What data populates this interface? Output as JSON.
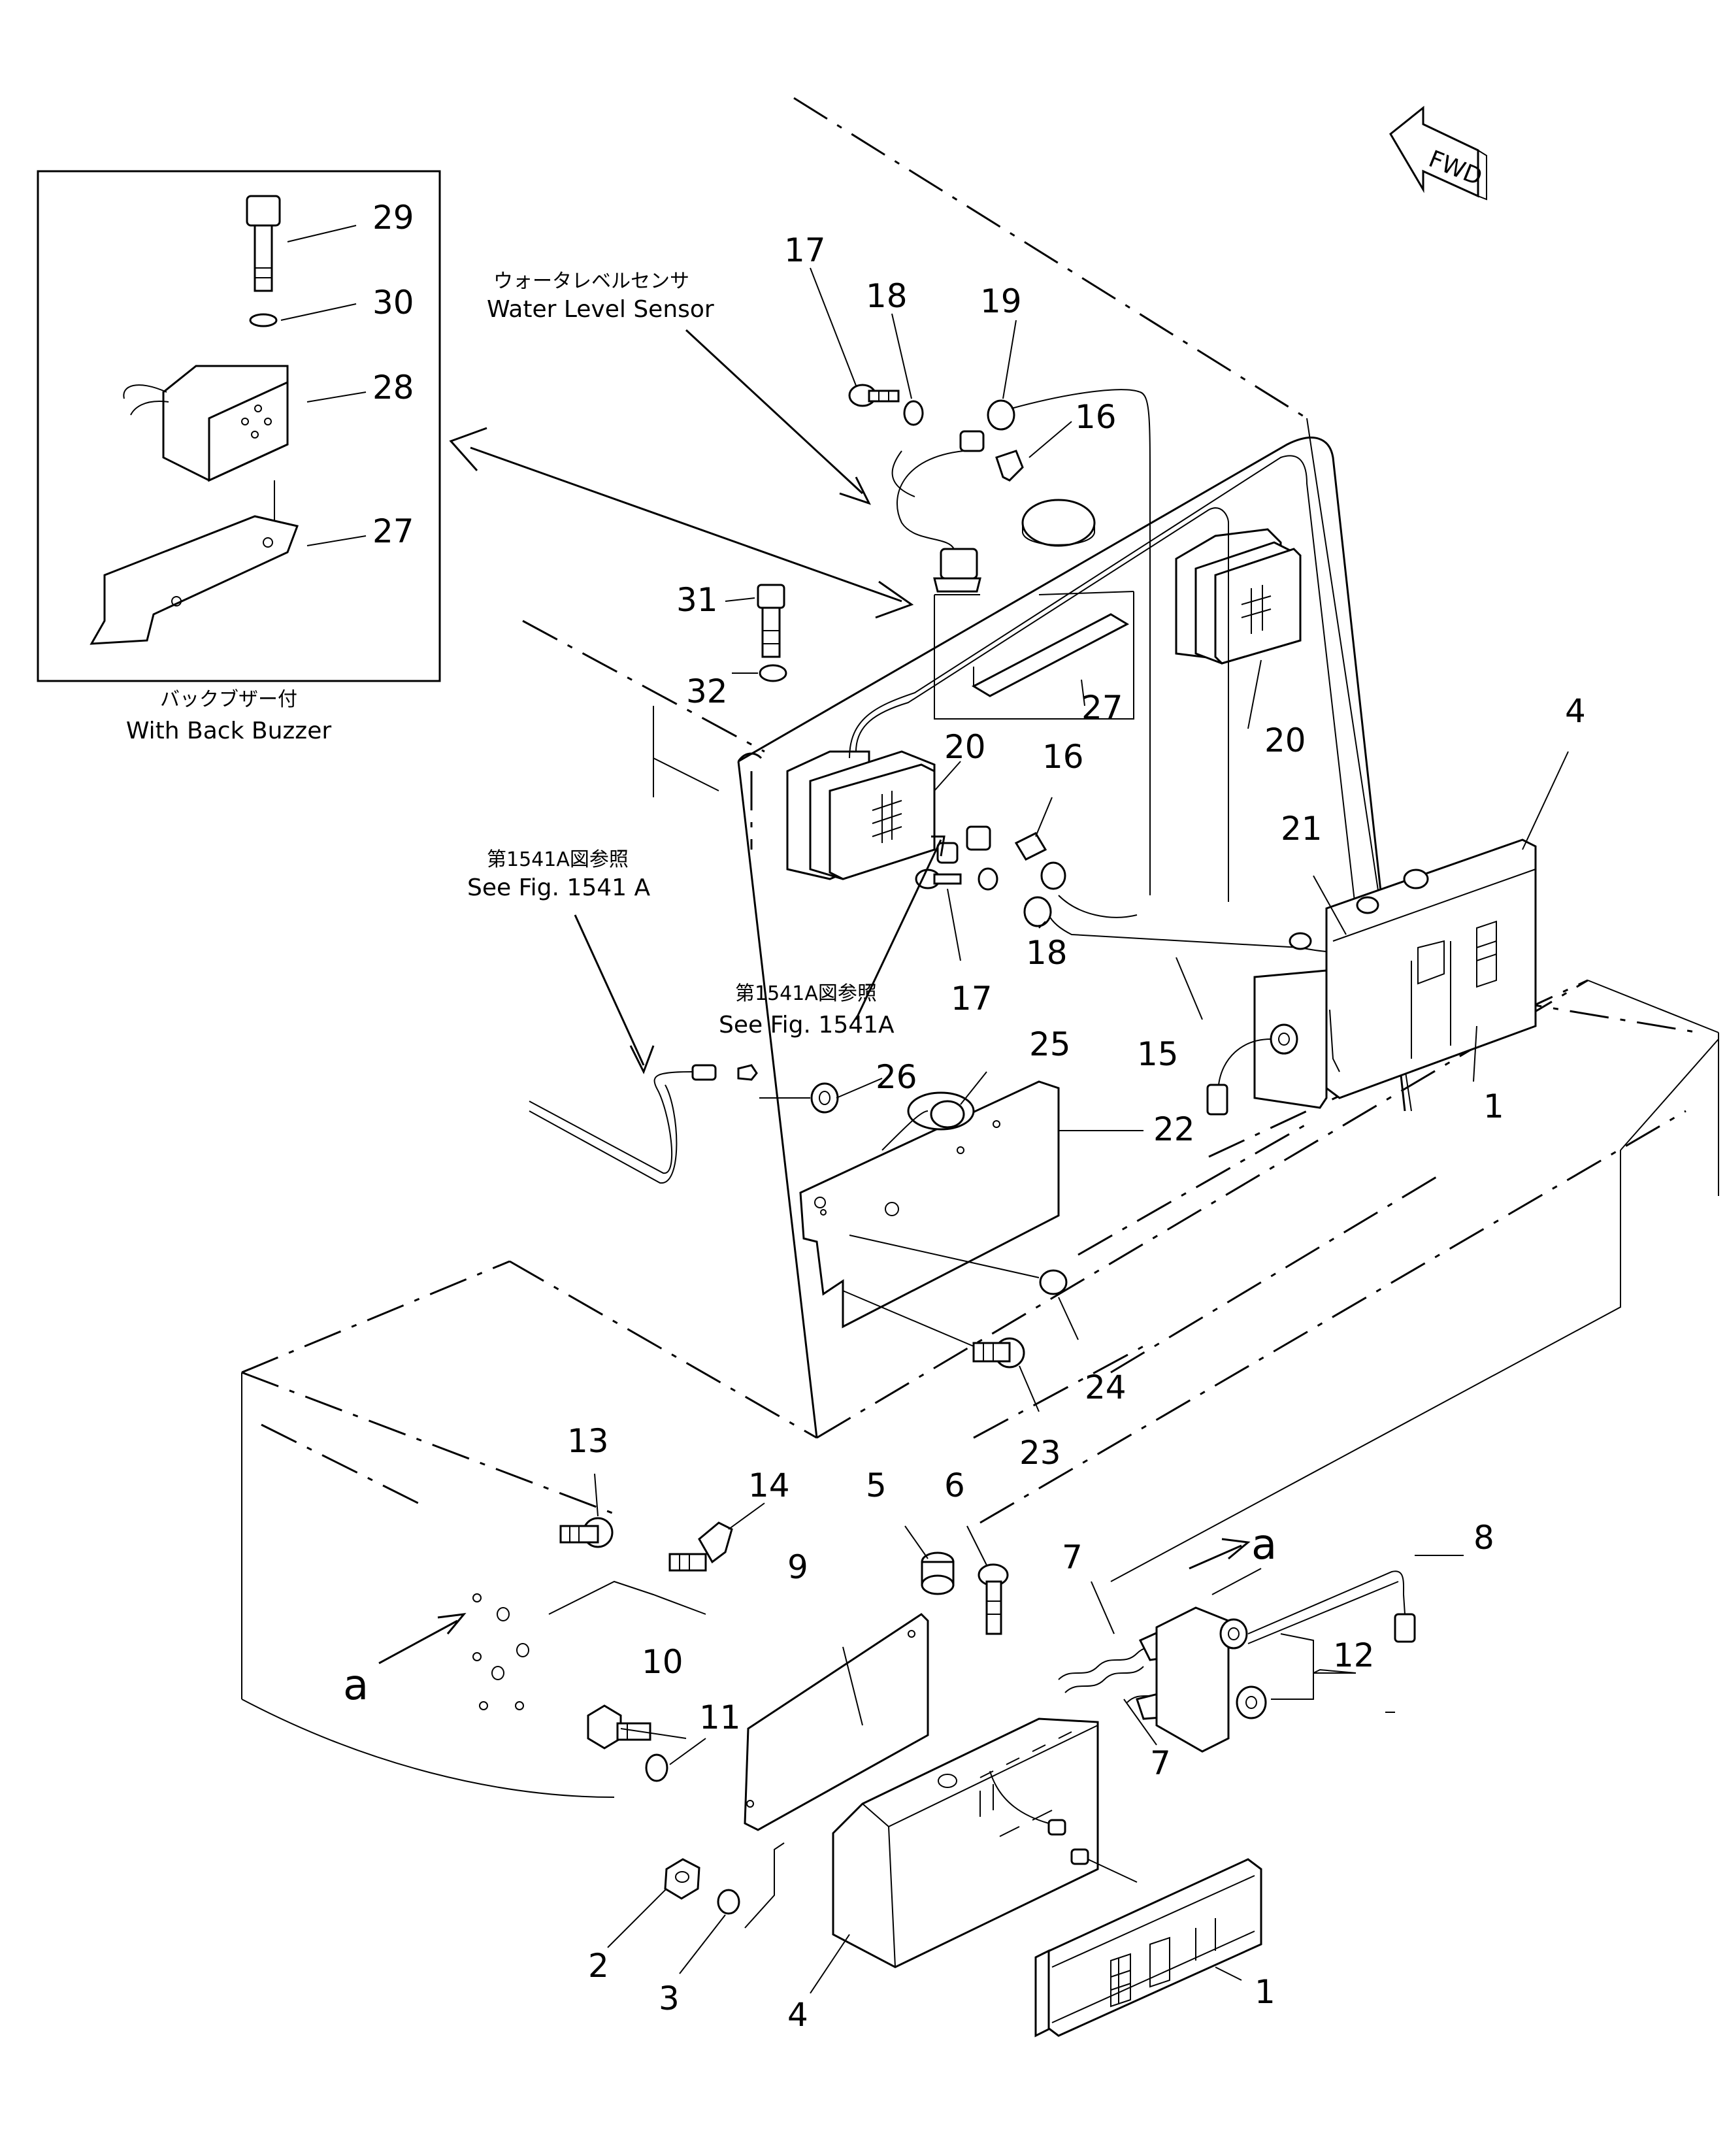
{
  "diagram": {
    "fwd_label": "FWD",
    "water_level_sensor": {
      "jp": "ウォータレベルセンサ",
      "en": "Water Level Sensor"
    },
    "inset_caption": {
      "jp": "バックブザー付",
      "en": "With Back Buzzer"
    },
    "see_fig_left": {
      "jp": "第1541A図参照",
      "en": "See Fig. 1541 A"
    },
    "see_fig_center": {
      "jp": "第1541A図参照",
      "en": "See Fig. 1541A"
    },
    "view_marker": "a",
    "labels": {
      "n1": "1",
      "n2": "2",
      "n3": "3",
      "n4": "4",
      "n5": "5",
      "n6": "6",
      "n7": "7",
      "n8": "8",
      "n9": "9",
      "n10": "10",
      "n11": "11",
      "n12": "12",
      "n13": "13",
      "n14": "14",
      "n15": "15",
      "n16": "16",
      "n17": "17",
      "n18": "18",
      "n19": "19",
      "n20": "20",
      "n21": "21",
      "n22": "22",
      "n23": "23",
      "n24": "24",
      "n25": "25",
      "n26": "26",
      "n27": "27",
      "n28": "28",
      "n29": "29",
      "n30": "30",
      "n31": "31",
      "n32": "32"
    }
  }
}
